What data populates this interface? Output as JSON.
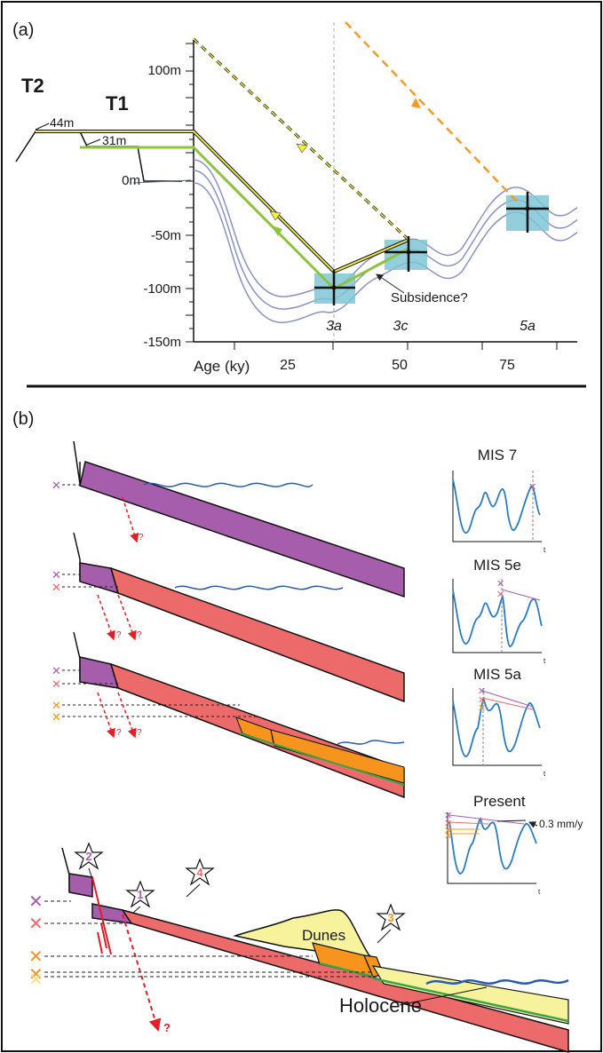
{
  "panel_a": {
    "label": "(a)",
    "terraces": {
      "t2": "T2",
      "t1": "T1",
      "h44": "44m",
      "h31": "31m"
    },
    "y_ticks": [
      "100m",
      "0m",
      "-50m",
      "-100m",
      "-150m"
    ],
    "x_axis_title": "Age (ky)",
    "x_ticks": [
      "25",
      "50",
      "75"
    ],
    "stages": [
      "3a",
      "3c",
      "5a"
    ],
    "annotation": "Subsidence?",
    "colors": {
      "sealevel": "#8892c3",
      "box": "#7fc6d6",
      "green": "#8cc43d",
      "yellow": "#f2ec46",
      "orange": "#f39a2b"
    }
  },
  "panel_b": {
    "label": "(b)",
    "mis_labels": [
      "MIS 7",
      "MIS 5e",
      "MIS 5a",
      "Present"
    ],
    "rate_label": "0.3 mm/y",
    "time_axis": "t",
    "question_mark": "?",
    "dunes_label": "Dunes",
    "holocene_label": "Holocene",
    "star_numbers": [
      "2",
      "1",
      "4",
      "3"
    ],
    "colors": {
      "purple": "#a65dac",
      "red": "#ec6a6a",
      "orange": "#f7941d",
      "yellow": "#f6f39c",
      "green": "#3aa545",
      "fault": "#e31e24",
      "wave": "#2c5ca8"
    }
  }
}
